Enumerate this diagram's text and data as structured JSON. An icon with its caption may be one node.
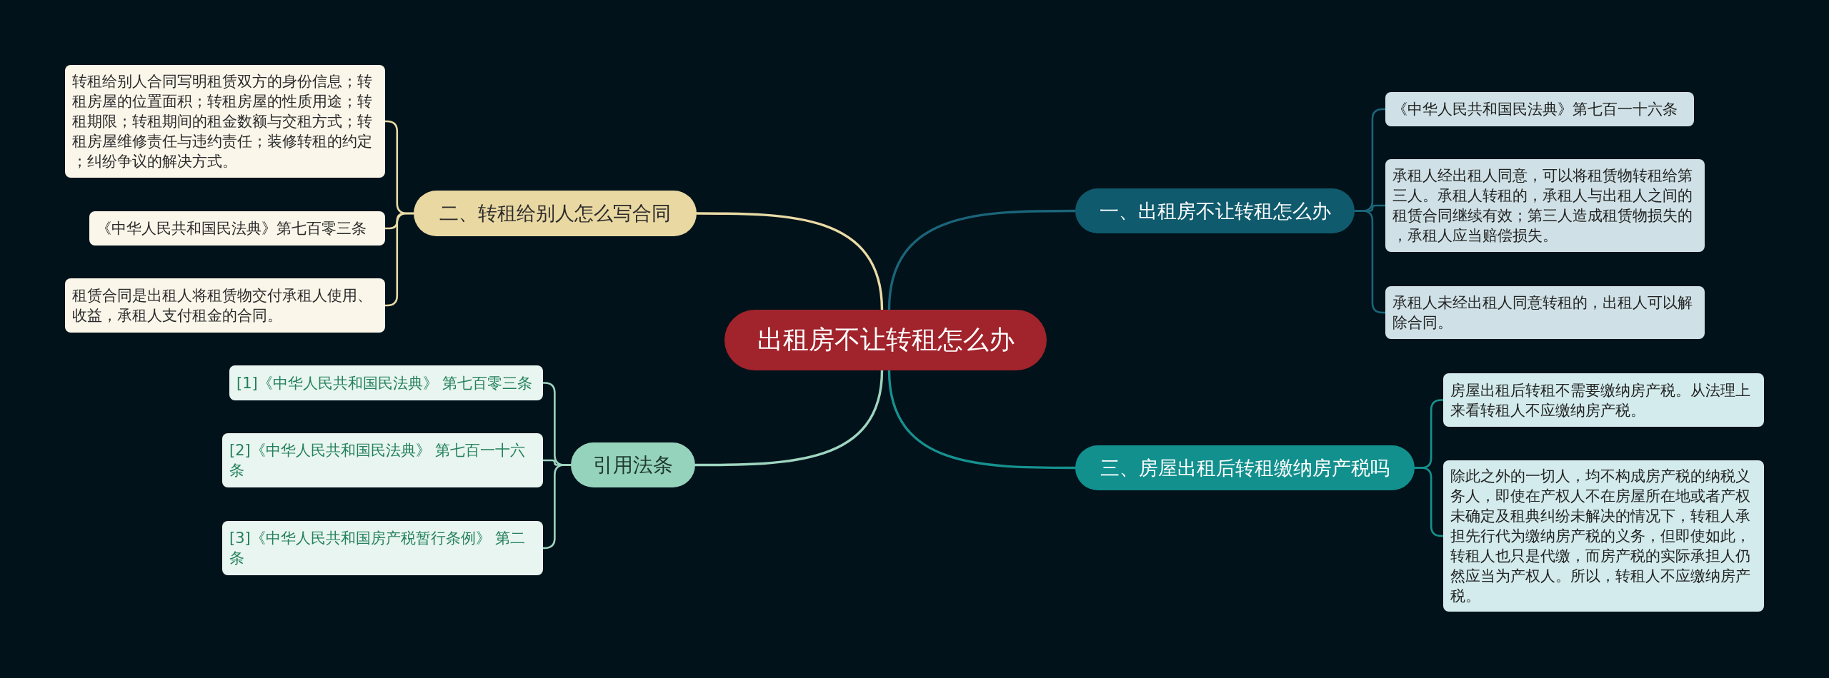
{
  "diagram": {
    "nodes": [
      {
        "text": [
          "出租房不让转租怎么办"
        ]
      },
      {
        "text": [
          "二、转租给别人怎么写合同"
        ]
      },
      {
        "text": [
          "转租给别人合同写明租赁双方的身份信息；转租房屋的位置面积；转租房屋的性质用途；转租期限；转租期间的租金数额与交租方式；转租房屋维修责任与违约责任；装修转租的约定；纠纷争议的解决方式。"
        ]
      },
      {
        "text": [
          "《中华人民共和国民法典》第七百零三条"
        ]
      },
      {
        "text": [
          "租赁合同是出租人将租赁物交付承租人使用、收益，承租人支付租金的合同。"
        ]
      },
      {
        "text": [
          "引用法条"
        ]
      },
      {
        "text": [
          "[1]《中华人民共和国民法典》 第七百零三条"
        ]
      },
      {
        "text": [
          "[2]《中华人民共和国民法典》 第七百一十六条"
        ]
      },
      {
        "text": [
          "[3]《中华人民共和国房产税暂行条例》 第二条"
        ]
      },
      {
        "text": [
          "一、出租房不让转租怎么办"
        ]
      },
      {
        "text": [
          "《中华人民共和国民法典》第七百一十六条"
        ]
      },
      {
        "text": [
          "承租人经出租人同意，可以将租赁物转租给第三人。承租人转租的，承租人与出租人之间的租赁合同继续有效；第三人造成租赁物损失的，承租人应当赔偿损失。"
        ]
      },
      {
        "text": [
          "承租人未经出租人同意转租的，出租人可以解除合同。"
        ]
      },
      {
        "text": [
          "三、房屋出租后转租缴纳房产税吗"
        ]
      },
      {
        "text": [
          "房屋出租后转租不需要缴纳房产税。从法理上来看转租人不应缴纳房产税。"
        ]
      },
      {
        "text": [
          "除此之外的一切人，均不构成房产税的纳税义务人，即使在产权人不在房屋所在地或者产权未确定及租典纠纷未解决的情况下，转租人承担先行代为缴纳房产税的义务，但即使如此，转租人也只是代缴，而房产税的实际承担人仍然应当为产权人。所以，转租人不应缴纳房产税。"
        ]
      }
    ],
    "edges": [
      {
        "from": 0,
        "to": 1,
        "arrow": "none",
        "color": "#e9dba6"
      },
      {
        "from": 1,
        "to": 2,
        "arrow": "none",
        "color": "#e9dba6"
      },
      {
        "from": 1,
        "to": 3,
        "arrow": "none",
        "color": "#e9dba6"
      },
      {
        "from": 1,
        "to": 4,
        "arrow": "none",
        "color": "#e9dba6"
      },
      {
        "from": 0,
        "to": 5,
        "arrow": "none",
        "color": "#9ed5c0"
      },
      {
        "from": 5,
        "to": 6,
        "arrow": "none",
        "color": "#9ed5c0"
      },
      {
        "from": 5,
        "to": 7,
        "arrow": "none",
        "color": "#9ed5c0"
      },
      {
        "from": 5,
        "to": 8,
        "arrow": "none",
        "color": "#9ed5c0"
      },
      {
        "from": 0,
        "to": 9,
        "arrow": "none",
        "color": "#1a6579"
      },
      {
        "from": 9,
        "to": 10,
        "arrow": "none",
        "color": "#1a6579"
      },
      {
        "from": 9,
        "to": 11,
        "arrow": "none",
        "color": "#1a6579"
      },
      {
        "from": 9,
        "to": 12,
        "arrow": "none",
        "color": "#1a6579"
      },
      {
        "from": 0,
        "to": 13,
        "arrow": "none",
        "color": "#16918f"
      },
      {
        "from": 13,
        "to": 14,
        "arrow": "none",
        "color": "#16918f"
      },
      {
        "from": 13,
        "to": 15,
        "arrow": "none",
        "color": "#16918f"
      }
    ]
  }
}
